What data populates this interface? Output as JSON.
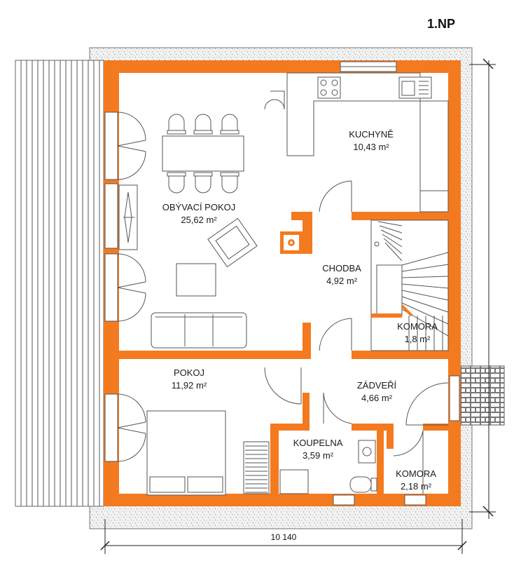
{
  "floor_title": "1.NP",
  "rooms": [
    {
      "name": "KUCHYNĚ",
      "area": "10,43 m²"
    },
    {
      "name": "OBÝVACÍ POKOJ",
      "area": "25,62 m²"
    },
    {
      "name": "CHODBA",
      "area": "4,92 m²"
    },
    {
      "name": "KOMORA",
      "area": "1,8 m²"
    },
    {
      "name": "POKOJ",
      "area": "11,92 m²"
    },
    {
      "name": "ZÁDVEŘÍ",
      "area": "4,66 m²"
    },
    {
      "name": "KOUPELNA",
      "area": "3,59 m²"
    },
    {
      "name": "KOMORA",
      "area": "2,18 m²"
    }
  ],
  "dimension": {
    "total_width": "10 140"
  },
  "colors": {
    "wall": "#f47a20",
    "wall_dark": "#e06010",
    "gravel": "#e8e8e8",
    "line": "#555555"
  }
}
